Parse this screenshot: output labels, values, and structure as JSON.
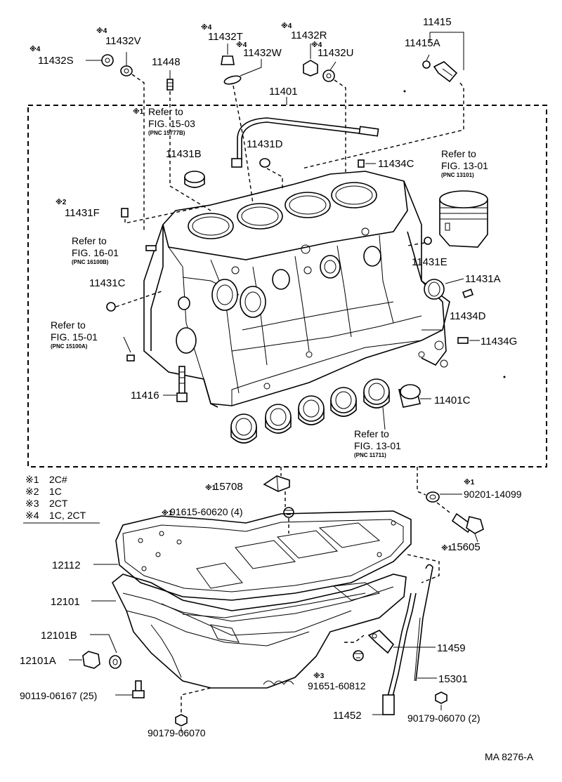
{
  "diagram_code": "MA 8276-A",
  "legend": [
    {
      "mark": "※1",
      "text": "2C#"
    },
    {
      "mark": "※2",
      "text": "1C"
    },
    {
      "mark": "※3",
      "text": "2CT"
    },
    {
      "mark": "※4",
      "text": "1C, 2CT"
    }
  ],
  "assembly_label": "11401",
  "sub_assembly_label": "11415",
  "parts": [
    {
      "id": "11432S",
      "mark": "※4"
    },
    {
      "id": "11432V",
      "mark": "※4"
    },
    {
      "id": "11448",
      "mark": ""
    },
    {
      "id": "11432T",
      "mark": "※4"
    },
    {
      "id": "11432W",
      "mark": "※4"
    },
    {
      "id": "11432R",
      "mark": "※4"
    },
    {
      "id": "11432U",
      "mark": "※4"
    },
    {
      "id": "11415A",
      "mark": ""
    },
    {
      "id": "11431B",
      "mark": ""
    },
    {
      "id": "11431D",
      "mark": ""
    },
    {
      "id": "11434C",
      "mark": ""
    },
    {
      "id": "11431F",
      "mark": "※2"
    },
    {
      "id": "11431E",
      "mark": ""
    },
    {
      "id": "11431A",
      "mark": ""
    },
    {
      "id": "11431C",
      "mark": ""
    },
    {
      "id": "11434D",
      "mark": ""
    },
    {
      "id": "11434G",
      "mark": ""
    },
    {
      "id": "11416",
      "mark": ""
    },
    {
      "id": "11401C",
      "mark": ""
    },
    {
      "id": "15708",
      "mark": "※1"
    },
    {
      "id": "91615-60620 (4)",
      "mark": "※1"
    },
    {
      "id": "90201-14099",
      "mark": "※1"
    },
    {
      "id": "15605",
      "mark": "※1"
    },
    {
      "id": "12112",
      "mark": ""
    },
    {
      "id": "12101",
      "mark": ""
    },
    {
      "id": "12101B",
      "mark": ""
    },
    {
      "id": "12101A",
      "mark": ""
    },
    {
      "id": "11459",
      "mark": ""
    },
    {
      "id": "91651-60812",
      "mark": "※3"
    },
    {
      "id": "15301",
      "mark": ""
    },
    {
      "id": "90119-06167 (25)",
      "mark": ""
    },
    {
      "id": "11452",
      "mark": ""
    },
    {
      "id": "90179-06070 (2)",
      "mark": ""
    },
    {
      "id": "90179-06070",
      "mark": ""
    }
  ],
  "references": [
    {
      "mark": "※1",
      "line1": "Refer to",
      "line2": "FIG. 15-03",
      "pnc": "(PNC 15777B)"
    },
    {
      "mark": "",
      "line1": "Refer to",
      "line2": "FIG. 13-01",
      "pnc": "(PNC 13101)"
    },
    {
      "mark": "",
      "line1": "Refer to",
      "line2": "FIG. 16-01",
      "pnc": "(PNC 16100B)"
    },
    {
      "mark": "",
      "line1": "Refer to",
      "line2": "FIG. 15-01",
      "pnc": "(PNC 15100A)"
    },
    {
      "mark": "",
      "line1": "Refer to",
      "line2": "FIG. 13-01",
      "pnc": "(PNC 11711)"
    }
  ]
}
